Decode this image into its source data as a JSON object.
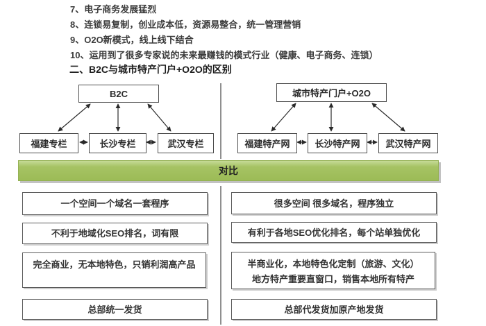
{
  "intro": {
    "items": [
      "7、电子商务发展猛烈",
      "8、连锁易复制，创业成本低，资源易整合，统一管理营销",
      "9、O2O新模式，线上线下结合",
      "10、运用到了很多专家说的未来最赚钱的模式行业（健康、电子商务、连锁）"
    ],
    "heading": "二、B2C与城市特产门户+O2O的区别"
  },
  "diagram_left": {
    "root": "B2C",
    "children": [
      "福建专栏",
      "长沙专栏",
      "武汉专栏"
    ]
  },
  "diagram_right": {
    "root": "城市特产门户+O2O",
    "children": [
      "福建特产网",
      "长沙特产网",
      "武汉特产网"
    ]
  },
  "compare": {
    "banner": "对比",
    "banner_color": "#a3c161",
    "left_rows": [
      [
        "一个空间一个域名一套程序"
      ],
      [
        "不利于地域化SEO排名，词有限"
      ],
      [
        "完全商业，无本地特色，只销利润高产品"
      ],
      [
        "总部统一发货"
      ]
    ],
    "right_rows": [
      [
        "很多空间 很多域名，程序独立"
      ],
      [
        "有利于各地SEO优化排名，每个站单独优化"
      ],
      [
        "半商业化，本地特色化定制（旅游、文化）",
        "地方特产重要直窗口，销售本地所有特产"
      ],
      [
        "总部代发货加原产地发货"
      ]
    ]
  }
}
